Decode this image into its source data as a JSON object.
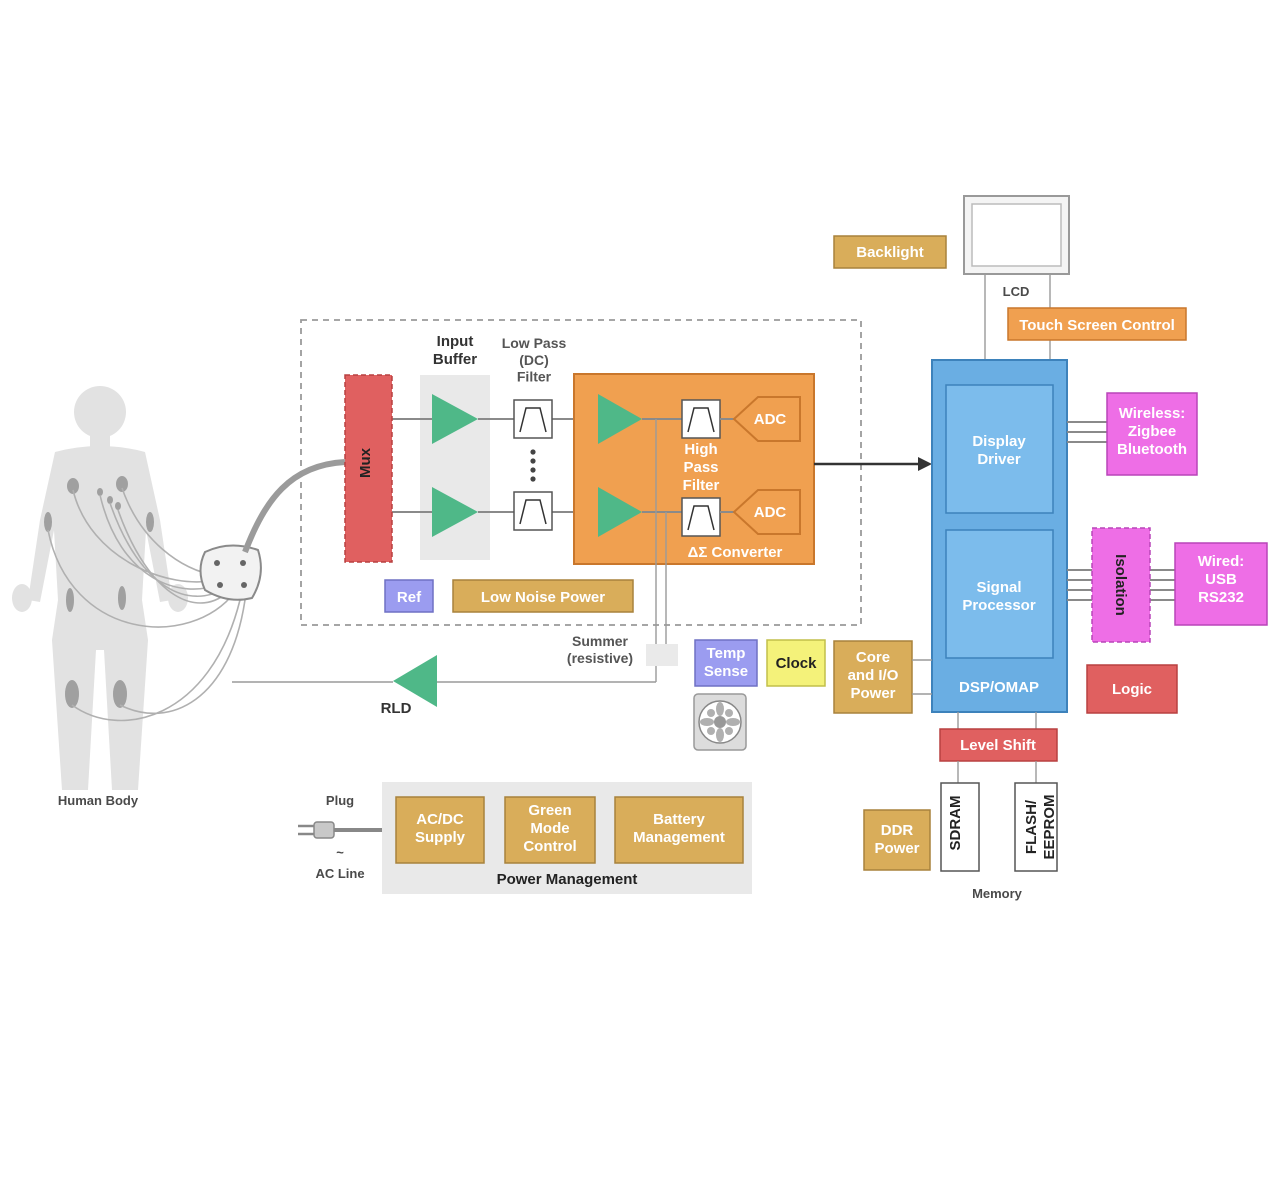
{
  "colors": {
    "orange": "#f0a050",
    "orange_border": "#c9772c",
    "gold": "#d9ad5a",
    "gold_border": "#a8823c",
    "red": "#e06060",
    "blue": "#6aaee3",
    "blue_inner": "#7cbcec",
    "green": "#4fb888",
    "purple": "#9b9cf0",
    "magenta": "#ee6ee6",
    "yellow": "#f4f27a",
    "grey_panel": "#e9e9e9"
  },
  "labels": {
    "human_body": "Human Body",
    "input_buffer": "Input\nBuffer",
    "low_pass_filter": "Low Pass\n(DC)\nFilter",
    "high_pass_filter": "High\nPass\nFilter",
    "adc_1": "ADC",
    "adc_2": "ADC",
    "converter": "ΔΣ Converter",
    "mux": "Mux",
    "ref": "Ref",
    "low_noise_power": "Low Noise Power",
    "summer": "Summer\n(resistive)",
    "rld": "RLD",
    "backlight": "Backlight",
    "lcd": "LCD",
    "touch_screen_control": "Touch Screen Control",
    "display_driver": "Display\nDriver",
    "signal_processor": "Signal\nProcessor",
    "dsp_omap": "DSP/OMAP",
    "wireless": "Wireless:\nZigbee\nBluetooth",
    "isolation": "Isolation",
    "wired": "Wired:\nUSB\nRS232",
    "logic": "Logic",
    "temp_sense": "Temp\nSense",
    "clock": "Clock",
    "core_io_power": "Core\nand I/O\nPower",
    "level_shift": "Level Shift",
    "ddr_power": "DDR\nPower",
    "sdram": "SDRAM",
    "flash_eeprom": "FLASH/\nEEPROM",
    "memory": "Memory",
    "plug": "Plug",
    "ac_symbol": "~",
    "ac_line": "AC Line",
    "ac_dc_supply": "AC/DC\nSupply",
    "green_mode_control": "Green\nMode\nControl",
    "battery_management": "Battery\nManagement",
    "power_management": "Power Management"
  }
}
